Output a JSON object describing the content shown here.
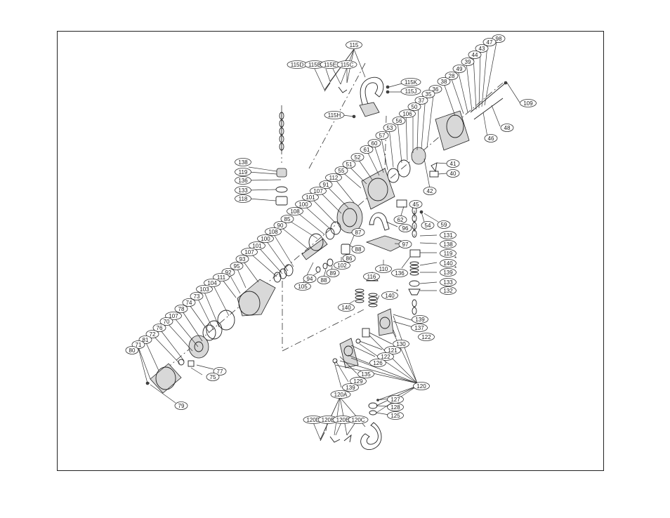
{
  "diagram": {
    "labels": [
      "115",
      "115D",
      "115B",
      "115E",
      "115C",
      "115K",
      "115J",
      "115H",
      "98",
      "47",
      "43",
      "44",
      "39",
      "49",
      "28",
      "38",
      "109",
      "48",
      "46",
      "36",
      "35",
      "37",
      "50",
      "106",
      "56",
      "53",
      "57",
      "60",
      "61",
      "52",
      "51",
      "55",
      "112",
      "91",
      "107",
      "101",
      "100",
      "108",
      "85",
      "90",
      "108",
      "100",
      "101",
      "107",
      "93",
      "95",
      "92",
      "111",
      "104",
      "103",
      "73",
      "74",
      "78",
      "107",
      "70",
      "76",
      "72",
      "81",
      "71",
      "80",
      "79",
      "77",
      "75",
      "138",
      "119",
      "136",
      "133",
      "118",
      "41",
      "40",
      "42",
      "45",
      "54",
      "59",
      "62",
      "96",
      "87",
      "88",
      "86",
      "102",
      "89",
      "88",
      "94",
      "105",
      "131",
      "138",
      "119",
      "97",
      "110",
      "136",
      "140",
      "139",
      "133",
      "132",
      "116",
      "140",
      "140",
      "139",
      "137",
      "122",
      "130",
      "121",
      "122",
      "126",
      "135",
      "129",
      "139",
      "120",
      "120A",
      "127",
      "128",
      "125",
      "120D",
      "120B",
      "120E",
      "120C"
    ],
    "star_marks": [
      "*",
      "*",
      "*"
    ]
  }
}
